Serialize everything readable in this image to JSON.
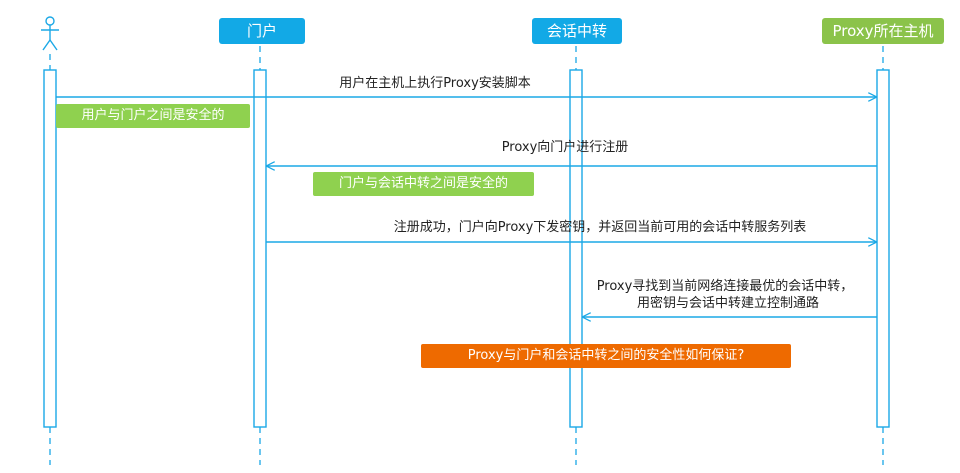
{
  "colors": {
    "line": "#1ba8e6",
    "header_blue": "#12a9e6",
    "header_green": "#8bc34a",
    "note_green": "#8fd14f",
    "note_orange": "#ee6a00"
  },
  "actor": {
    "icon": "stick-figure-icon"
  },
  "participants": {
    "portal": "门户",
    "relay": "会话中转",
    "proxy_host": "Proxy所在主机"
  },
  "messages": {
    "m1": "用户在主机上执行Proxy安装脚本",
    "m2": "Proxy向门户进行注册",
    "m3": "注册成功，门户向Proxy下发密钥，并返回当前可用的会话中转服务列表",
    "m4_line1": "Proxy寻找到当前网络连接最优的会话中转，",
    "m4_line2": "用密钥与会话中转建立控制通路"
  },
  "notes": {
    "n1": "用户与门户之间是安全的",
    "n2": "门户与会话中转之间是安全的",
    "n3": "Proxy与门户和会话中转之间的安全性如何保证?"
  }
}
